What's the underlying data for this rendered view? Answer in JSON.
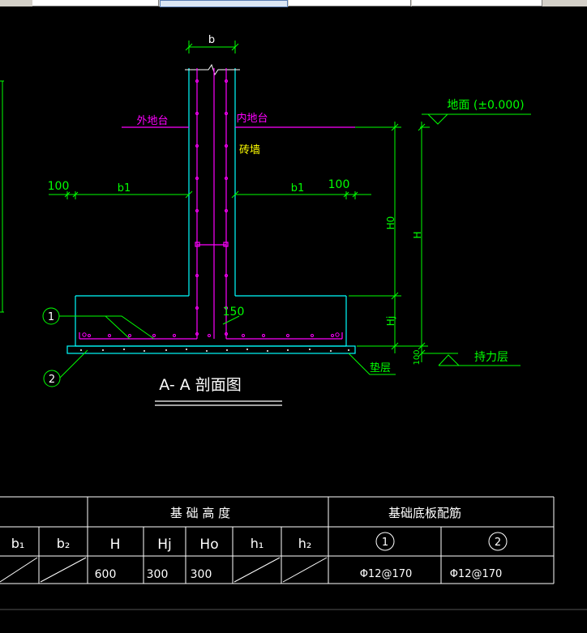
{
  "section": {
    "title": "A- A 剖面图",
    "dim_b": "b",
    "dim_b1_left": "b1",
    "dim_b1_right": "b1",
    "dim_100_left": "100",
    "dim_100_right": "100",
    "dim_150": "150",
    "dim_100_bottom": "100",
    "label_outer_platform": "外地台",
    "label_inner_platform": "内地台",
    "label_masonry": "砖墙",
    "label_ground": "地面 (±0.000)",
    "label_bearing": "持力层",
    "label_cushion": "垫层",
    "dim_H0": "H0",
    "dim_Hj": "Hj",
    "dim_H": "H",
    "callout_1": "1",
    "callout_2": "2"
  },
  "table": {
    "group_height": "基 础 高 度",
    "group_rebar": "基础底板配筋",
    "headers": [
      "b₁",
      "b₂",
      "H",
      "Hj",
      "Ho",
      "h₁",
      "h₂",
      "1",
      "2"
    ],
    "row": {
      "H": "600",
      "Hj": "300",
      "Ho": "300",
      "rebar1": "Φ12@170",
      "rebar2": "Φ12@170"
    }
  },
  "colors": {
    "dim": "#00ff00",
    "outline": "#00ffff",
    "rebar": "#ff00ff",
    "white": "#ffffff",
    "table": "#ffffff",
    "yellow": "#ffff00"
  }
}
